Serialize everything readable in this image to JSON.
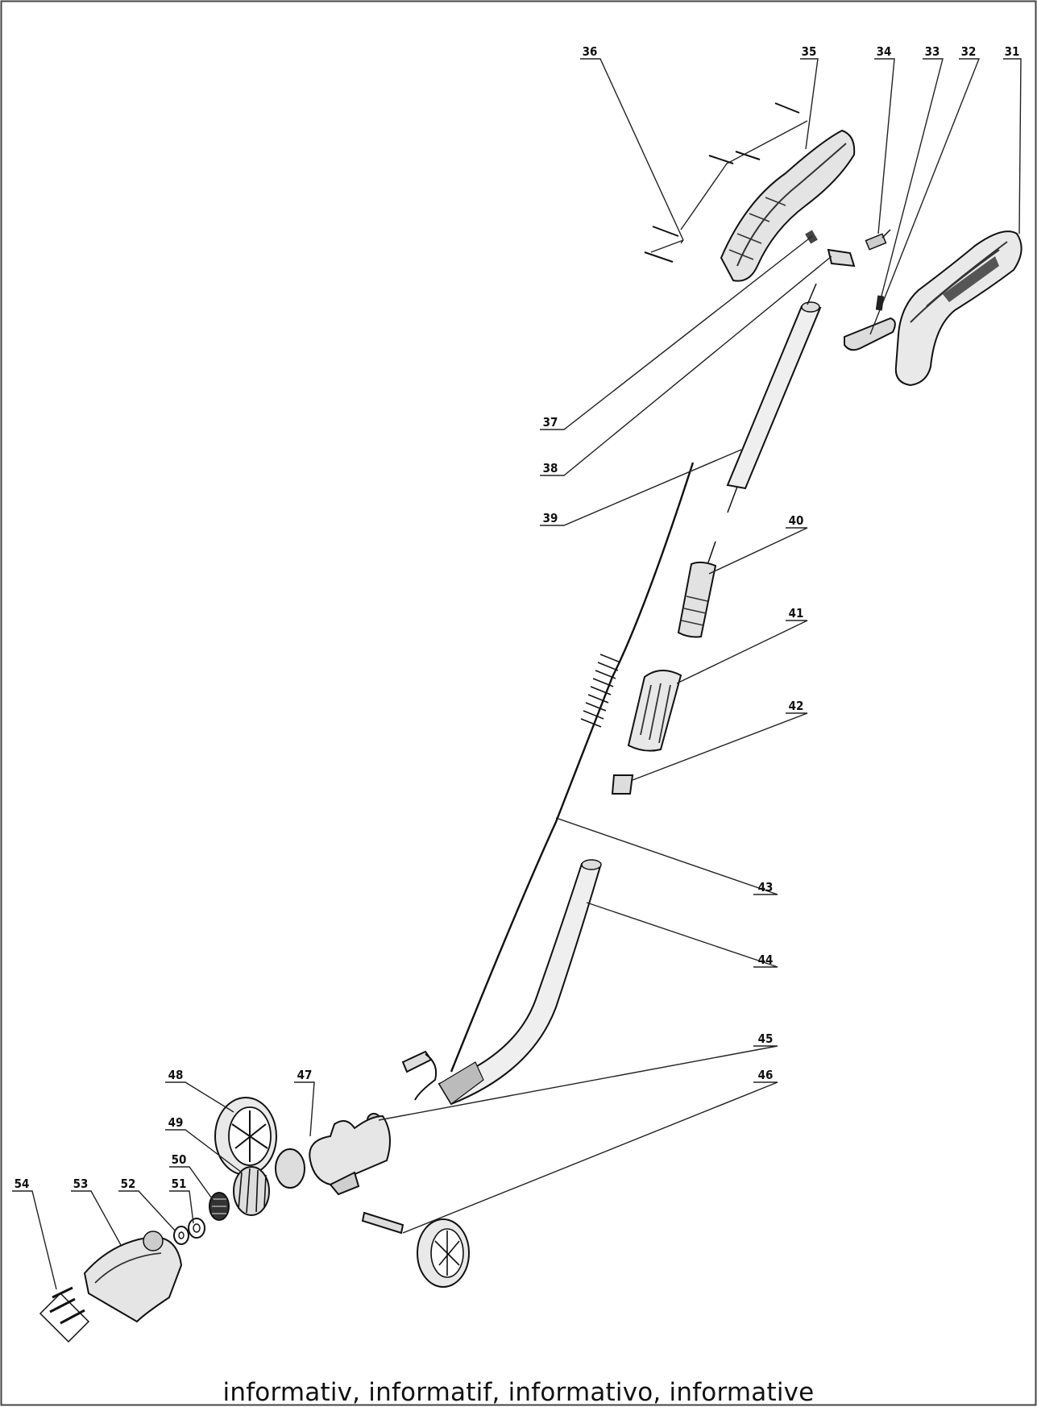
{
  "diagram": {
    "callouts": [
      {
        "id": "p31",
        "label": "31"
      },
      {
        "id": "p32",
        "label": "32"
      },
      {
        "id": "p33",
        "label": "33"
      },
      {
        "id": "p34",
        "label": "34"
      },
      {
        "id": "p35",
        "label": "35"
      },
      {
        "id": "p36",
        "label": "36"
      },
      {
        "id": "p37",
        "label": "37"
      },
      {
        "id": "p38",
        "label": "38"
      },
      {
        "id": "p39",
        "label": "39"
      },
      {
        "id": "p40",
        "label": "40"
      },
      {
        "id": "p41",
        "label": "41"
      },
      {
        "id": "p42",
        "label": "42"
      },
      {
        "id": "p43",
        "label": "43"
      },
      {
        "id": "p44",
        "label": "44"
      },
      {
        "id": "p45",
        "label": "45"
      },
      {
        "id": "p46",
        "label": "46"
      },
      {
        "id": "p47",
        "label": "47"
      },
      {
        "id": "p48",
        "label": "48"
      },
      {
        "id": "p49",
        "label": "49"
      },
      {
        "id": "p50",
        "label": "50"
      },
      {
        "id": "p51",
        "label": "51"
      },
      {
        "id": "p52",
        "label": "52"
      },
      {
        "id": "p53",
        "label": "53"
      },
      {
        "id": "p54",
        "label": "54"
      }
    ],
    "caption": "informativ, informatif, informativo, informative"
  }
}
